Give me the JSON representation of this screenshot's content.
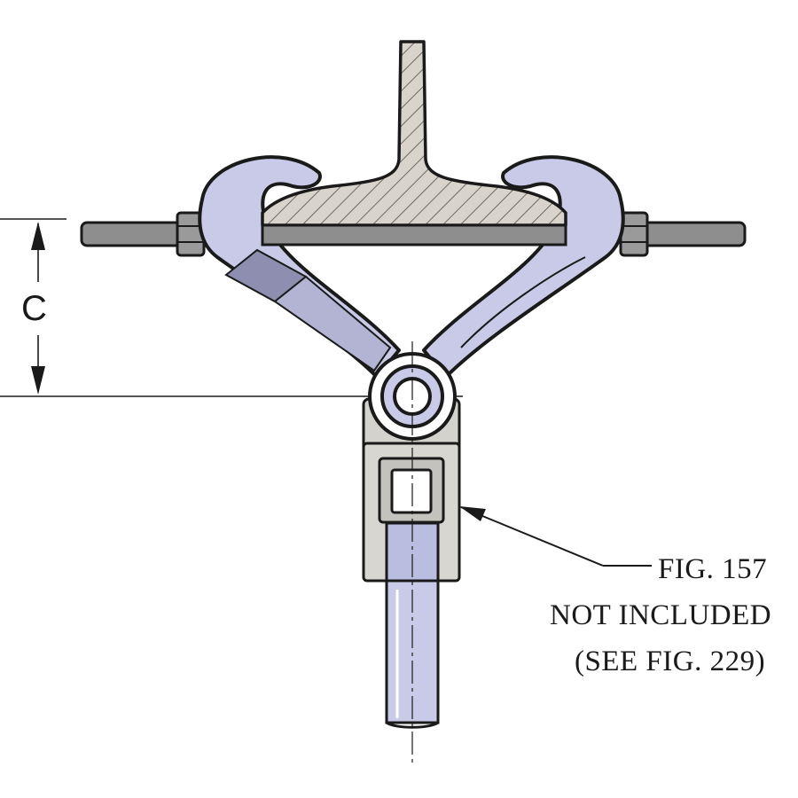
{
  "dimension": {
    "label": "C"
  },
  "callout": {
    "line1": "FIG. 157",
    "line2": "NOT INCLUDED",
    "line3": "(SEE FIG. 229)"
  },
  "colors": {
    "outline": "#1a1a1a",
    "clamp_jaw": "#c9cae8",
    "clamp_jaw_shade": "#8e8fb0",
    "beam": "#d8d4cc",
    "beam_hatch": "#7a766e",
    "rod": "#8e8e8e",
    "rod_light": "#b9bde0",
    "socket": "#d4d2cc"
  }
}
